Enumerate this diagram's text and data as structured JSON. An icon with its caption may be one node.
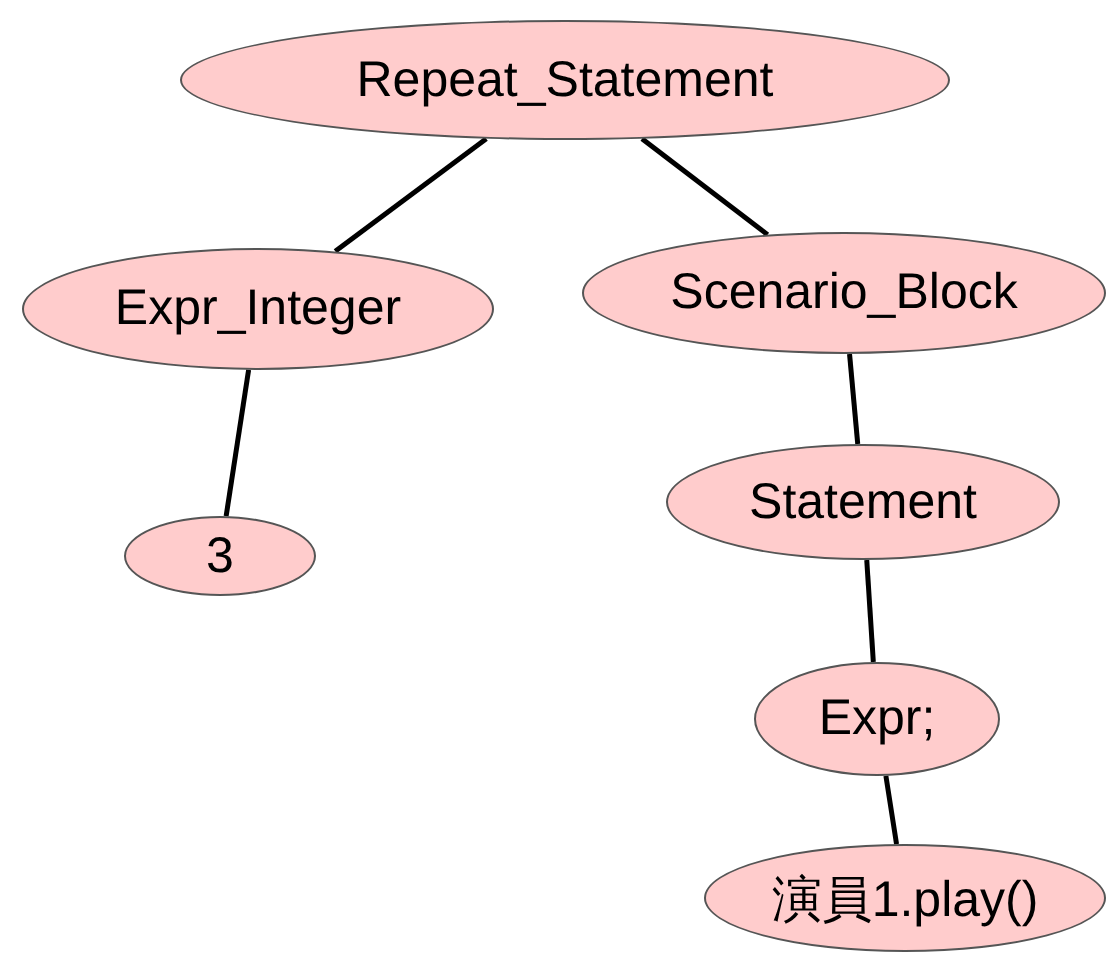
{
  "diagram": {
    "nodes": [
      {
        "text": [
          "Repeat_Statement"
        ]
      },
      {
        "text": [
          "Expr_Integer"
        ]
      },
      {
        "text": [
          "Scenario_Block"
        ]
      },
      {
        "text": [
          "3"
        ]
      },
      {
        "text": [
          "Statement"
        ]
      },
      {
        "text": [
          "Expr;"
        ]
      },
      {
        "text": [
          "演員1.play()"
        ]
      }
    ],
    "edges": [
      {
        "from": 0,
        "to": 1,
        "arrow": "none"
      },
      {
        "from": 0,
        "to": 2,
        "arrow": "none"
      },
      {
        "from": 1,
        "to": 3,
        "arrow": "none"
      },
      {
        "from": 2,
        "to": 4,
        "arrow": "none"
      },
      {
        "from": 4,
        "to": 5,
        "arrow": "none"
      },
      {
        "from": 5,
        "to": 6,
        "arrow": "none"
      }
    ]
  }
}
